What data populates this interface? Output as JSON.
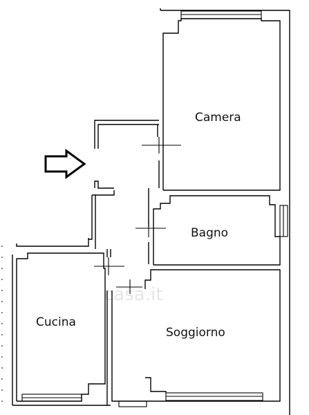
{
  "plan": {
    "rooms": [
      {
        "id": "camera",
        "label": "Camera"
      },
      {
        "id": "bagno",
        "label": "Bagno"
      },
      {
        "id": "cucina",
        "label": "Cucina"
      },
      {
        "id": "soggiorno",
        "label": "Soggiorno"
      }
    ],
    "watermark": "casa.it",
    "entrance": "arrow-right-icon"
  }
}
